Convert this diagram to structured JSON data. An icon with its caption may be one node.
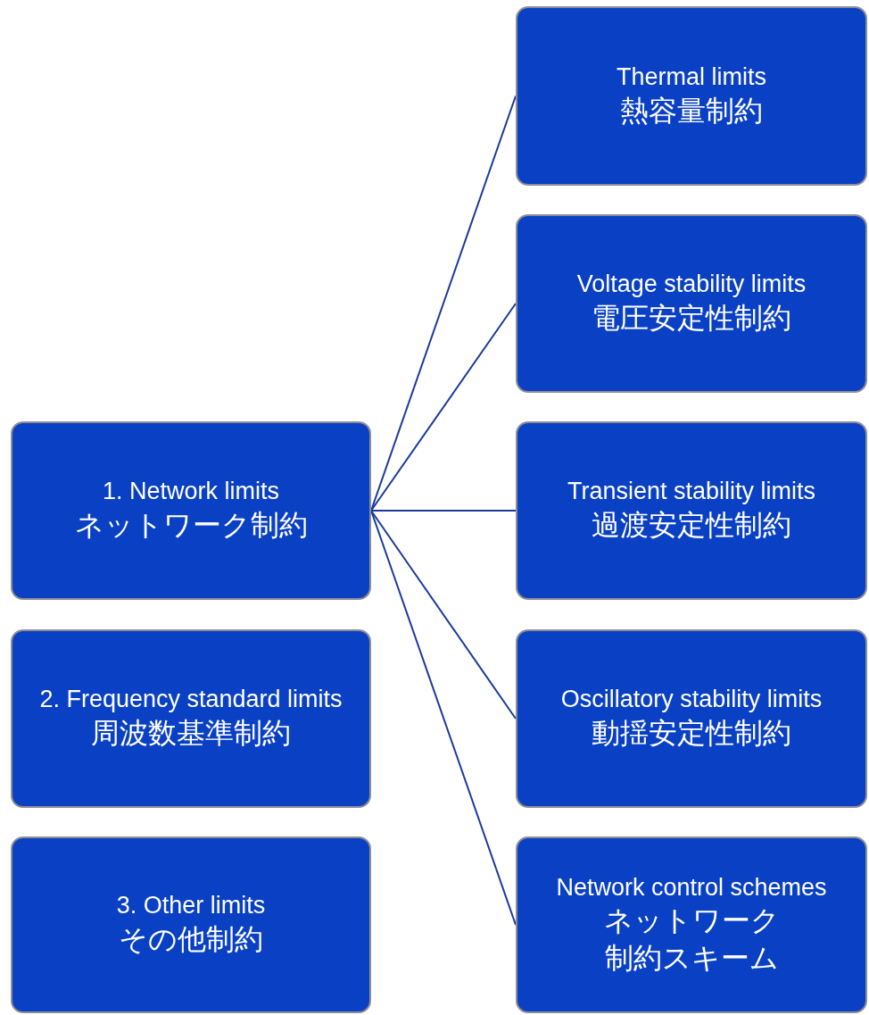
{
  "diagram": {
    "nodes": [
      {
        "text": [
          "1. Network limits",
          "ネットワーク制約"
        ]
      },
      {
        "text": [
          "2. Frequency standard limits",
          "周波数基準制約"
        ]
      },
      {
        "text": [
          "3. Other limits",
          "その他制約"
        ]
      },
      {
        "text": [
          "Thermal limits",
          "熱容量制約"
        ]
      },
      {
        "text": [
          "Voltage stability limits",
          "電圧安定性制約"
        ]
      },
      {
        "text": [
          "Transient stability limits",
          "過渡安定性制約"
        ]
      },
      {
        "text": [
          "Oscillatory stability limits",
          "動揺安定性制約"
        ]
      },
      {
        "text": [
          "Network control schemes",
          "ネットワーク制約スキーム"
        ]
      }
    ],
    "edges": [
      {
        "from": 0,
        "to": 3,
        "arrow": "none"
      },
      {
        "from": 0,
        "to": 4,
        "arrow": "none"
      },
      {
        "from": 0,
        "to": 5,
        "arrow": "none"
      },
      {
        "from": 0,
        "to": 6,
        "arrow": "none"
      },
      {
        "from": 0,
        "to": 7,
        "arrow": "none"
      }
    ]
  }
}
